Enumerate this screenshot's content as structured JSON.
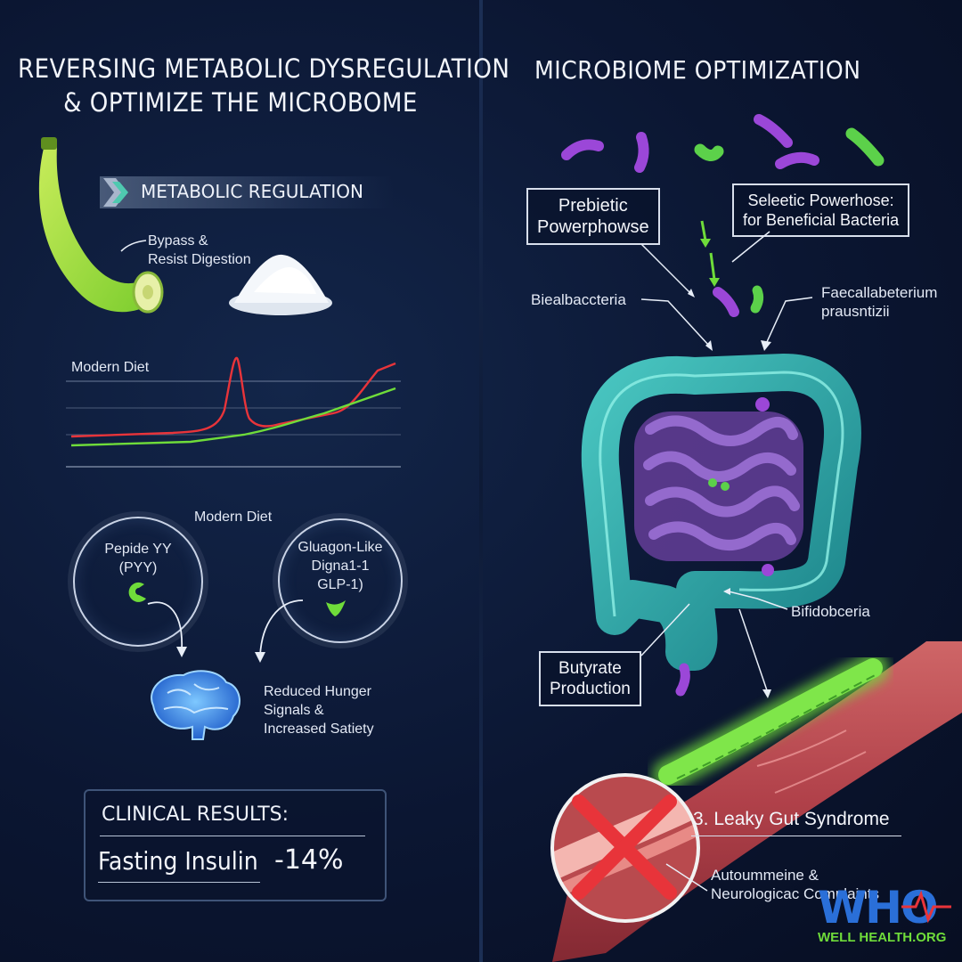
{
  "left": {
    "title_line1": "REVERSING METABOLIC DYSREGULATION",
    "title_line2": "& OPTIMIZE THE MICROBOME",
    "section_banner": "METABOLIC REGULATION",
    "digestion_label_1": "Bypass &",
    "digestion_label_2": "Resist Digestion",
    "chart_label": "Modern Diet",
    "hormone_heading": "Modern Diet",
    "pyy_line1": "Pepide YY",
    "pyy_line2": "(PYY)",
    "glp_line1": "Gluagon-Like",
    "glp_line2": "Digna1-1",
    "glp_line3": "GLP-1)",
    "satiety_line1": "Reduced Hunger",
    "satiety_line2": "Signals &",
    "satiety_line3": "Increased Satiety",
    "results_heading": "CLINICAL RESULTS:",
    "results_metric": "Fasting Insulin",
    "results_value": "-14%"
  },
  "right": {
    "title": "MICROBIOME OPTIMIZATION",
    "prebiotic_line1": "Prebietic",
    "prebiotic_line2": "Powerphowse",
    "selective_line1": "Seleetic Powerhose:",
    "selective_line2": "for Beneficial Bacteria",
    "bacteria_left": "Biealbaccteria",
    "bacteria_right_line1": "Faecallabeterium",
    "bacteria_right_line2": "prausntizii",
    "bifido": "Bifidobceria",
    "butyrate_line1": "Butyrate",
    "butyrate_line2": "Production",
    "leaky_gut": "3. Leaky Gut Syndrome",
    "autoimmune_line1": "Autoummeine &",
    "autoimmune_line2": "Neurologicac Complaints"
  },
  "watermark": {
    "logo": "WHO",
    "caption": "WELL HEALTH.ORG"
  },
  "colors": {
    "accent_green": "#6fdc3a",
    "accent_red": "#e8343a",
    "gut_teal": "#3fc8bf",
    "intestine_purple": "#7a4fb0",
    "bacteria_purple": "#9b47d8",
    "bacteria_green": "#5cd14a"
  }
}
